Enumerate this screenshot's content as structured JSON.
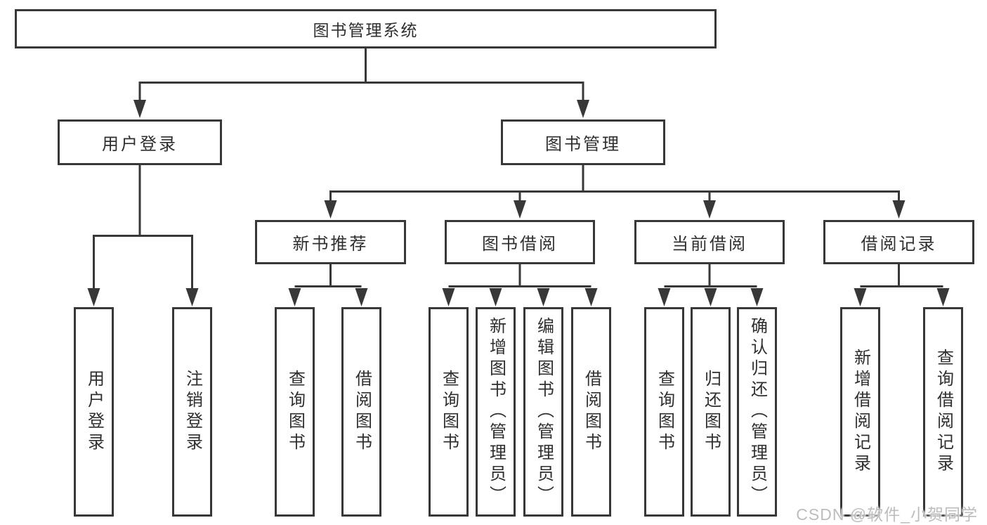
{
  "diagram": {
    "root": "图书管理系统",
    "level2": {
      "user_login": "用户登录",
      "book_management": "图书管理"
    },
    "level3": {
      "new_book": "新书推荐",
      "book_borrow": "图书借阅",
      "current_borrow": "当前借阅",
      "borrow_record": "借阅记录"
    },
    "leaves": {
      "user_login": [
        "用户登录",
        "注销登录"
      ],
      "new_book": [
        "查询图书",
        "借阅图书"
      ],
      "book_borrow": [
        "查询图书",
        "新增图书（管理员）",
        "编辑图书（管理员）",
        "借阅图书"
      ],
      "current_borrow": [
        "查询图书",
        "归还图书",
        "确认归还（管理员）"
      ],
      "borrow_record": [
        "新增借阅记录",
        "查询借阅记录"
      ]
    }
  },
  "watermark": "CSDN @软件_小贺同学",
  "colors": {
    "line": "#383838",
    "text": "#2f2f2f",
    "watermark": "#bdbdbd",
    "background": "#ffffff"
  }
}
